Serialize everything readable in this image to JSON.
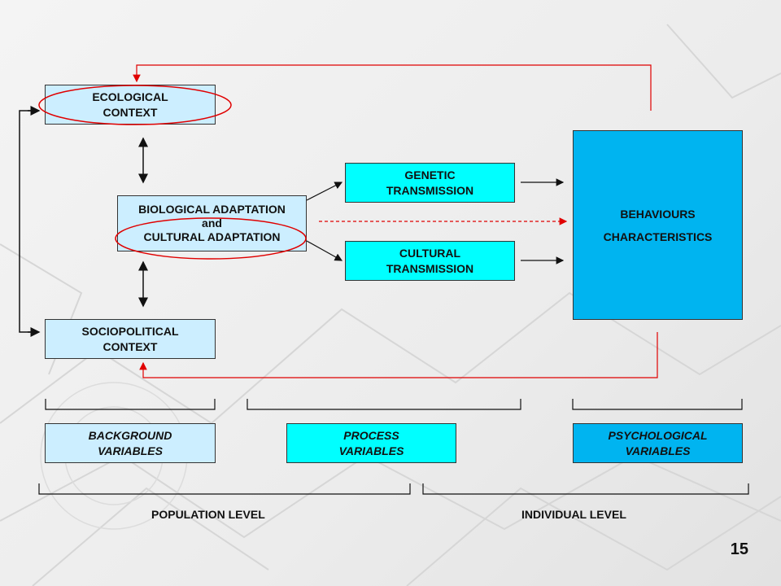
{
  "slide": {
    "page_number": "15",
    "colors": {
      "light_box": "#cceeff",
      "cyan_box": "#00ffff",
      "blue_box": "#00b4f0",
      "feedback_line": "#e00000"
    }
  },
  "boxes": {
    "ecological": [
      "ECOLOGICAL",
      "CONTEXT"
    ],
    "adaptation": [
      "BIOLOGICAL ADAPTATION",
      "and",
      "CULTURAL ADAPTATION"
    ],
    "sociopolitical": [
      "SOCIOPOLITICAL",
      "CONTEXT"
    ],
    "genetic": [
      "GENETIC",
      "TRANSMISSION"
    ],
    "cultural": [
      "CULTURAL",
      "TRANSMISSION"
    ],
    "behaviours": [
      "BEHAVIOURS",
      "CHARACTERISTICS"
    ]
  },
  "variables": {
    "background": [
      "BACKGROUND",
      "VARIABLES"
    ],
    "process": [
      "PROCESS",
      "VARIABLES"
    ],
    "psychological": [
      "PSYCHOLOGICAL",
      "VARIABLES"
    ]
  },
  "levels": {
    "population": "POPULATION LEVEL",
    "individual": "INDIVIDUAL LEVEL"
  }
}
